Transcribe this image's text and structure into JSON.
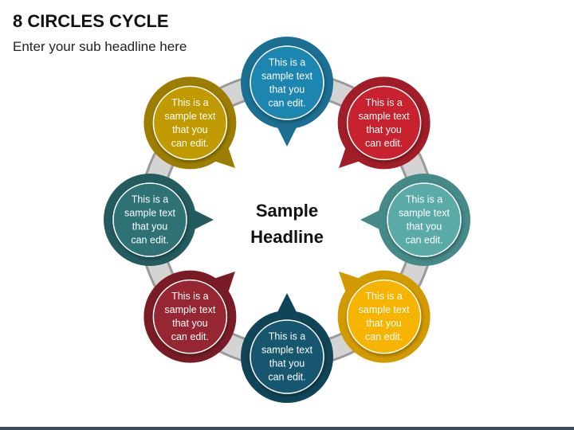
{
  "header": {
    "title": "8 CIRCLES CYCLE",
    "subtitle": "Enter your sub headline here"
  },
  "center": {
    "line1": "Sample",
    "line2": "Headline"
  },
  "nodes": [
    {
      "id": "top",
      "color": "#1f86b0",
      "dark": "#1a6f93",
      "text": [
        "This is a",
        "sample text",
        "that you",
        "can edit."
      ]
    },
    {
      "id": "top-right",
      "color": "#c8242f",
      "dark": "#a11d27",
      "text": [
        "This is a",
        "sample text",
        "that you",
        "can edit."
      ]
    },
    {
      "id": "right",
      "color": "#5aaaa8",
      "dark": "#458a88",
      "text": [
        "This is a",
        "sample text",
        "that you",
        "can edit."
      ]
    },
    {
      "id": "bottom-right",
      "color": "#f6b400",
      "dark": "#d39a00",
      "text": [
        "This is a",
        "sample text",
        "that you",
        "can edit."
      ]
    },
    {
      "id": "bottom",
      "color": "#16566e",
      "dark": "#104457",
      "text": [
        "This is a",
        "sample text",
        "that you",
        "can edit."
      ]
    },
    {
      "id": "bottom-left",
      "color": "#962530",
      "dark": "#7a1c26",
      "text": [
        "This is a",
        "sample text",
        "that you",
        "can edit."
      ]
    },
    {
      "id": "left",
      "color": "#2d7276",
      "dark": "#235b5e",
      "text": [
        "This is a",
        "sample text",
        "that you",
        "can edit."
      ]
    },
    {
      "id": "top-left",
      "color": "#c09a00",
      "dark": "#9c7d00",
      "text": [
        "This is a",
        "sample text",
        "that you",
        "can edit."
      ]
    }
  ]
}
